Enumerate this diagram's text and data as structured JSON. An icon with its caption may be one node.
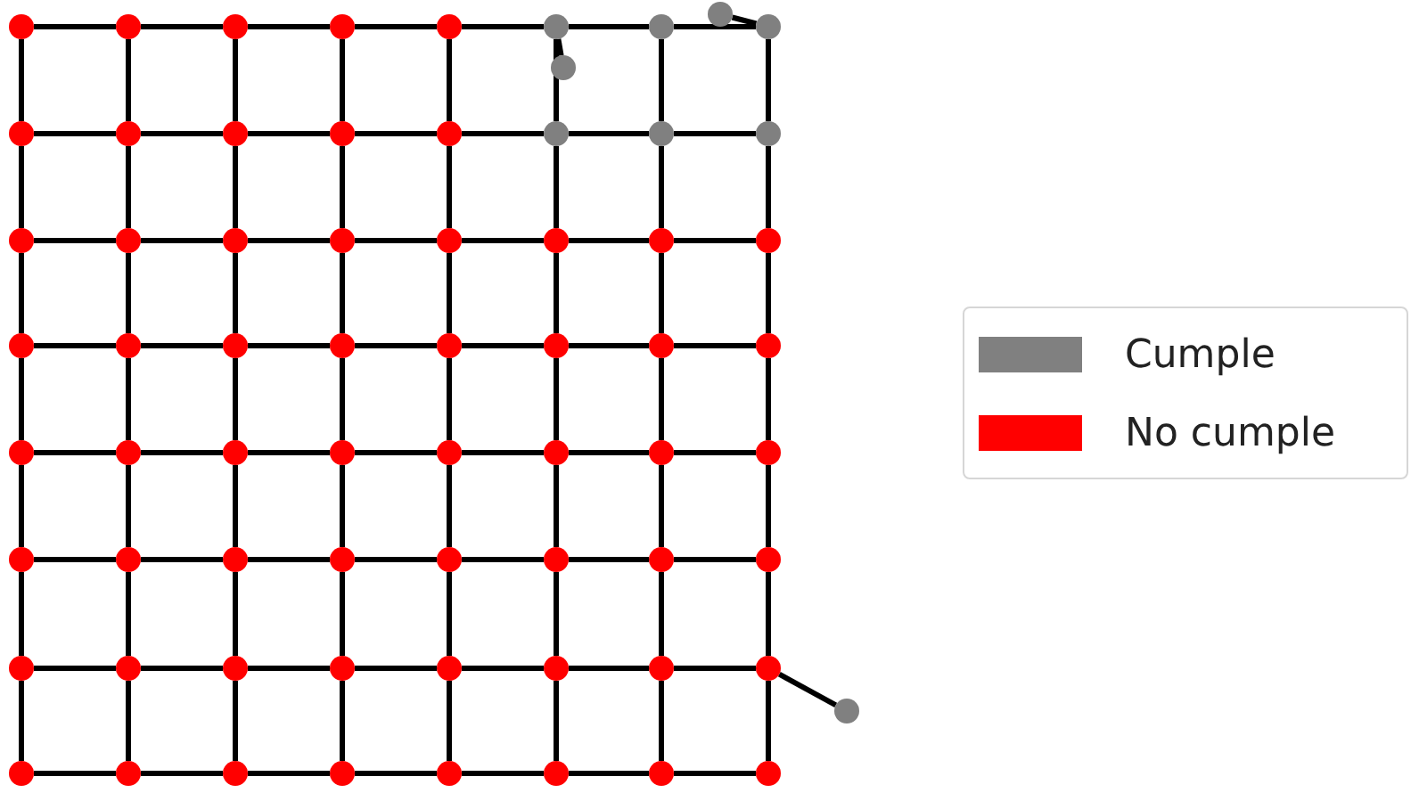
{
  "diagram": {
    "nodes": [
      {
        "text": [],
        "shape": "circle"
      },
      {
        "text": [],
        "shape": "circle"
      },
      {
        "text": [],
        "shape": "circle"
      },
      {
        "text": [],
        "shape": "circle"
      },
      {
        "text": [],
        "shape": "circle"
      },
      {
        "text": [],
        "shape": "circle"
      },
      {
        "text": [],
        "shape": "circle"
      },
      {
        "text": [],
        "shape": "circle"
      },
      {
        "text": [],
        "shape": "circle"
      },
      {
        "text": [],
        "shape": "circle"
      },
      {
        "text": [],
        "shape": "circle"
      },
      {
        "text": [],
        "shape": "circle"
      },
      {
        "text": [],
        "shape": "circle"
      },
      {
        "text": [],
        "shape": "circle"
      },
      {
        "text": [],
        "shape": "circle"
      },
      {
        "text": [],
        "shape": "circle"
      },
      {
        "text": [],
        "shape": "circle"
      },
      {
        "text": [],
        "shape": "circle"
      },
      {
        "text": [],
        "shape": "circle"
      },
      {
        "text": [],
        "shape": "circle"
      },
      {
        "text": [],
        "shape": "circle"
      },
      {
        "text": [],
        "shape": "circle"
      },
      {
        "text": [],
        "shape": "circle"
      },
      {
        "text": [],
        "shape": "circle"
      },
      {
        "text": [],
        "shape": "circle"
      },
      {
        "text": [],
        "shape": "circle"
      },
      {
        "text": [],
        "shape": "circle"
      },
      {
        "text": [],
        "shape": "circle"
      },
      {
        "text": [],
        "shape": "circle"
      },
      {
        "text": [],
        "shape": "circle"
      },
      {
        "text": [],
        "shape": "circle"
      },
      {
        "text": [],
        "shape": "circle"
      },
      {
        "text": [],
        "shape": "circle"
      },
      {
        "text": [],
        "shape": "circle"
      },
      {
        "text": [],
        "shape": "circle"
      },
      {
        "text": [],
        "shape": "circle"
      },
      {
        "text": [],
        "shape": "circle"
      },
      {
        "text": [],
        "shape": "circle"
      },
      {
        "text": [],
        "shape": "circle"
      },
      {
        "text": [],
        "shape": "circle"
      },
      {
        "text": [],
        "shape": "circle"
      },
      {
        "text": [],
        "shape": "circle"
      },
      {
        "text": [],
        "shape": "circle"
      },
      {
        "text": [],
        "shape": "circle"
      },
      {
        "text": [],
        "shape": "circle"
      },
      {
        "text": [],
        "shape": "circle"
      },
      {
        "text": [],
        "shape": "circle"
      },
      {
        "text": [],
        "shape": "circle"
      },
      {
        "text": [],
        "shape": "circle"
      },
      {
        "text": [],
        "shape": "circle"
      },
      {
        "text": [],
        "shape": "circle"
      },
      {
        "text": [],
        "shape": "circle"
      },
      {
        "text": [],
        "shape": "circle"
      },
      {
        "text": [],
        "shape": "circle"
      },
      {
        "text": [],
        "shape": "circle"
      },
      {
        "text": [],
        "shape": "circle"
      },
      {
        "text": [],
        "shape": "circle"
      },
      {
        "text": [],
        "shape": "circle"
      },
      {
        "text": [],
        "shape": "circle"
      },
      {
        "text": [],
        "shape": "circle"
      },
      {
        "text": [],
        "shape": "circle"
      },
      {
        "text": [],
        "shape": "circle"
      },
      {
        "text": [],
        "shape": "circle"
      },
      {
        "text": [],
        "shape": "circle"
      },
      {
        "text": [],
        "shape": "circle"
      },
      {
        "text": [],
        "shape": "circle"
      },
      {
        "text": [],
        "shape": "circle"
      }
    ],
    "edges": [
      {
        "from": 0,
        "to": 1,
        "arrow": "none"
      },
      {
        "from": 1,
        "to": 2,
        "arrow": "none"
      },
      {
        "from": 2,
        "to": 3,
        "arrow": "none"
      },
      {
        "from": 3,
        "to": 4,
        "arrow": "none"
      },
      {
        "from": 4,
        "to": 5,
        "arrow": "none"
      },
      {
        "from": 5,
        "to": 6,
        "arrow": "none"
      },
      {
        "from": 6,
        "to": 7,
        "arrow": "none"
      },
      {
        "from": 8,
        "to": 9,
        "arrow": "none"
      },
      {
        "from": 9,
        "to": 10,
        "arrow": "none"
      },
      {
        "from": 10,
        "to": 11,
        "arrow": "none"
      },
      {
        "from": 11,
        "to": 12,
        "arrow": "none"
      },
      {
        "from": 12,
        "to": 13,
        "arrow": "none"
      },
      {
        "from": 13,
        "to": 14,
        "arrow": "none"
      },
      {
        "from": 14,
        "to": 15,
        "arrow": "none"
      },
      {
        "from": 16,
        "to": 17,
        "arrow": "none"
      },
      {
        "from": 17,
        "to": 18,
        "arrow": "none"
      },
      {
        "from": 18,
        "to": 19,
        "arrow": "none"
      },
      {
        "from": 19,
        "to": 20,
        "arrow": "none"
      },
      {
        "from": 20,
        "to": 21,
        "arrow": "none"
      },
      {
        "from": 21,
        "to": 22,
        "arrow": "none"
      },
      {
        "from": 22,
        "to": 23,
        "arrow": "none"
      },
      {
        "from": 24,
        "to": 25,
        "arrow": "none"
      },
      {
        "from": 25,
        "to": 26,
        "arrow": "none"
      },
      {
        "from": 26,
        "to": 27,
        "arrow": "none"
      },
      {
        "from": 27,
        "to": 28,
        "arrow": "none"
      },
      {
        "from": 28,
        "to": 29,
        "arrow": "none"
      },
      {
        "from": 29,
        "to": 30,
        "arrow": "none"
      },
      {
        "from": 30,
        "to": 31,
        "arrow": "none"
      },
      {
        "from": 32,
        "to": 33,
        "arrow": "none"
      },
      {
        "from": 33,
        "to": 34,
        "arrow": "none"
      },
      {
        "from": 34,
        "to": 35,
        "arrow": "none"
      },
      {
        "from": 35,
        "to": 36,
        "arrow": "none"
      },
      {
        "from": 36,
        "to": 37,
        "arrow": "none"
      },
      {
        "from": 37,
        "to": 38,
        "arrow": "none"
      },
      {
        "from": 38,
        "to": 39,
        "arrow": "none"
      },
      {
        "from": 40,
        "to": 41,
        "arrow": "none"
      },
      {
        "from": 41,
        "to": 42,
        "arrow": "none"
      },
      {
        "from": 42,
        "to": 43,
        "arrow": "none"
      },
      {
        "from": 43,
        "to": 44,
        "arrow": "none"
      },
      {
        "from": 44,
        "to": 45,
        "arrow": "none"
      },
      {
        "from": 45,
        "to": 46,
        "arrow": "none"
      },
      {
        "from": 46,
        "to": 47,
        "arrow": "none"
      },
      {
        "from": 48,
        "to": 49,
        "arrow": "none"
      },
      {
        "from": 49,
        "to": 50,
        "arrow": "none"
      },
      {
        "from": 50,
        "to": 51,
        "arrow": "none"
      },
      {
        "from": 51,
        "to": 52,
        "arrow": "none"
      },
      {
        "from": 52,
        "to": 53,
        "arrow": "none"
      },
      {
        "from": 53,
        "to": 54,
        "arrow": "none"
      },
      {
        "from": 54,
        "to": 55,
        "arrow": "none"
      },
      {
        "from": 56,
        "to": 57,
        "arrow": "none"
      },
      {
        "from": 57,
        "to": 58,
        "arrow": "none"
      },
      {
        "from": 58,
        "to": 59,
        "arrow": "none"
      },
      {
        "from": 59,
        "to": 60,
        "arrow": "none"
      },
      {
        "from": 60,
        "to": 61,
        "arrow": "none"
      },
      {
        "from": 61,
        "to": 62,
        "arrow": "none"
      },
      {
        "from": 62,
        "to": 63,
        "arrow": "none"
      },
      {
        "from": 0,
        "to": 8,
        "arrow": "none"
      },
      {
        "from": 1,
        "to": 9,
        "arrow": "none"
      },
      {
        "from": 2,
        "to": 10,
        "arrow": "none"
      },
      {
        "from": 3,
        "to": 11,
        "arrow": "none"
      },
      {
        "from": 4,
        "to": 12,
        "arrow": "none"
      },
      {
        "from": 5,
        "to": 13,
        "arrow": "none"
      },
      {
        "from": 6,
        "to": 14,
        "arrow": "none"
      },
      {
        "from": 7,
        "to": 15,
        "arrow": "none"
      },
      {
        "from": 8,
        "to": 16,
        "arrow": "none"
      },
      {
        "from": 9,
        "to": 17,
        "arrow": "none"
      },
      {
        "from": 10,
        "to": 18,
        "arrow": "none"
      },
      {
        "from": 11,
        "to": 19,
        "arrow": "none"
      },
      {
        "from": 12,
        "to": 20,
        "arrow": "none"
      },
      {
        "from": 13,
        "to": 21,
        "arrow": "none"
      },
      {
        "from": 14,
        "to": 22,
        "arrow": "none"
      },
      {
        "from": 15,
        "to": 23,
        "arrow": "none"
      },
      {
        "from": 16,
        "to": 24,
        "arrow": "none"
      },
      {
        "from": 17,
        "to": 25,
        "arrow": "none"
      },
      {
        "from": 18,
        "to": 26,
        "arrow": "none"
      },
      {
        "from": 19,
        "to": 27,
        "arrow": "none"
      },
      {
        "from": 20,
        "to": 28,
        "arrow": "none"
      },
      {
        "from": 21,
        "to": 29,
        "arrow": "none"
      },
      {
        "from": 22,
        "to": 30,
        "arrow": "none"
      },
      {
        "from": 23,
        "to": 31,
        "arrow": "none"
      },
      {
        "from": 24,
        "to": 32,
        "arrow": "none"
      },
      {
        "from": 25,
        "to": 33,
        "arrow": "none"
      },
      {
        "from": 26,
        "to": 34,
        "arrow": "none"
      },
      {
        "from": 27,
        "to": 35,
        "arrow": "none"
      },
      {
        "from": 28,
        "to": 36,
        "arrow": "none"
      },
      {
        "from": 29,
        "to": 37,
        "arrow": "none"
      },
      {
        "from": 30,
        "to": 38,
        "arrow": "none"
      },
      {
        "from": 31,
        "to": 39,
        "arrow": "none"
      },
      {
        "from": 32,
        "to": 40,
        "arrow": "none"
      },
      {
        "from": 33,
        "to": 41,
        "arrow": "none"
      },
      {
        "from": 34,
        "to": 42,
        "arrow": "none"
      },
      {
        "from": 35,
        "to": 43,
        "arrow": "none"
      },
      {
        "from": 36,
        "to": 44,
        "arrow": "none"
      },
      {
        "from": 37,
        "to": 45,
        "arrow": "none"
      },
      {
        "from": 38,
        "to": 46,
        "arrow": "none"
      },
      {
        "from": 39,
        "to": 47,
        "arrow": "none"
      },
      {
        "from": 40,
        "to": 48,
        "arrow": "none"
      },
      {
        "from": 41,
        "to": 49,
        "arrow": "none"
      },
      {
        "from": 42,
        "to": 50,
        "arrow": "none"
      },
      {
        "from": 43,
        "to": 51,
        "arrow": "none"
      },
      {
        "from": 44,
        "to": 52,
        "arrow": "none"
      },
      {
        "from": 45,
        "to": 53,
        "arrow": "none"
      },
      {
        "from": 46,
        "to": 54,
        "arrow": "none"
      },
      {
        "from": 47,
        "to": 55,
        "arrow": "none"
      },
      {
        "from": 48,
        "to": 56,
        "arrow": "none"
      },
      {
        "from": 49,
        "to": 57,
        "arrow": "none"
      },
      {
        "from": 50,
        "to": 58,
        "arrow": "none"
      },
      {
        "from": 51,
        "to": 59,
        "arrow": "none"
      },
      {
        "from": 52,
        "to": 60,
        "arrow": "none"
      },
      {
        "from": 53,
        "to": 61,
        "arrow": "none"
      },
      {
        "from": 54,
        "to": 62,
        "arrow": "none"
      },
      {
        "from": 55,
        "to": 63,
        "arrow": "none"
      },
      {
        "from": 5,
        "to": 64,
        "arrow": "none"
      },
      {
        "from": 7,
        "to": 65,
        "arrow": "none"
      },
      {
        "from": 55,
        "to": 66,
        "arrow": "none"
      }
    ],
    "legend": [
      {
        "text": "Cumple",
        "color": "#808080"
      },
      {
        "text": "No cumple",
        "color": "#ff0000"
      }
    ]
  }
}
